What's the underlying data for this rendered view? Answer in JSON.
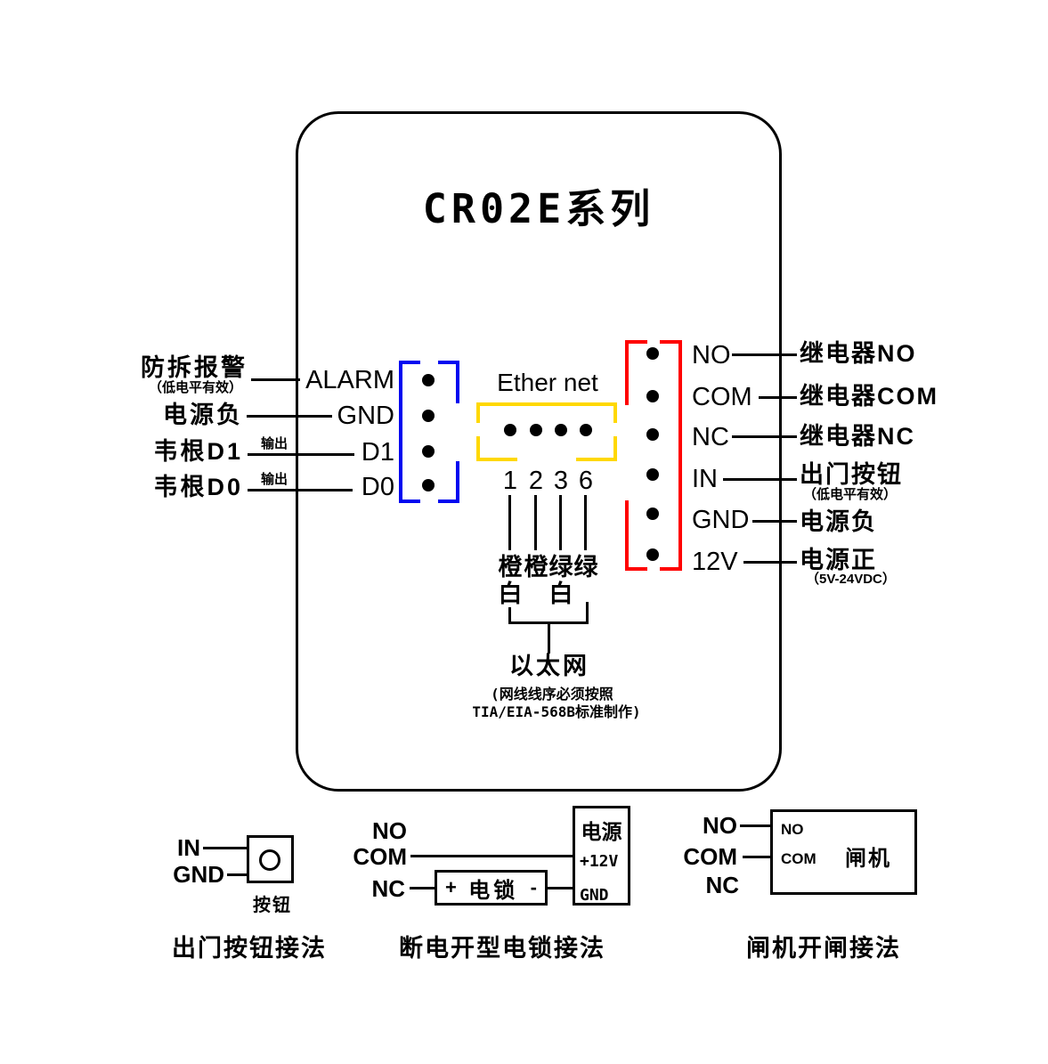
{
  "title": "CR02E系列",
  "left_io": {
    "rows": [
      {
        "label": "防拆报警",
        "sub": "（低电平有效）",
        "tag": "",
        "pin": "ALARM"
      },
      {
        "label": "电源负",
        "sub": "",
        "tag": "",
        "pin": "GND"
      },
      {
        "label": "韦根D1",
        "sub": "",
        "tag": "输出",
        "pin": "D1"
      },
      {
        "label": "韦根D0",
        "sub": "",
        "tag": "输出",
        "pin": "D0"
      }
    ]
  },
  "ethernet": {
    "title": "Ether net",
    "pin_numbers": [
      "1",
      "2",
      "3",
      "6"
    ],
    "wire_colors": [
      "橙",
      "橙",
      "绿",
      "绿"
    ],
    "wire_color_subs": [
      "白",
      "",
      "白",
      ""
    ],
    "bus_label": "以太网",
    "note_line1": "(网线线序必须按照",
    "note_line2": "TIA/EIA-568B标准制作)"
  },
  "right_io": {
    "rows": [
      {
        "pin": "NO",
        "label": "继电器NO",
        "sub": ""
      },
      {
        "pin": "COM",
        "label": "继电器COM",
        "sub": ""
      },
      {
        "pin": "NC",
        "label": "继电器NC",
        "sub": ""
      },
      {
        "pin": "IN",
        "label": "出门按钮",
        "sub": "（低电平有效）"
      },
      {
        "pin": "GND",
        "label": "电源负",
        "sub": ""
      },
      {
        "pin": "12V",
        "label": "电源正",
        "sub": "（5V-24VDC）"
      }
    ]
  },
  "button_diagram": {
    "in_label": "IN",
    "gnd_label": "GND",
    "box_label": "按钮",
    "caption": "出门按钮接法"
  },
  "lock_diagram": {
    "no_label": "NO",
    "com_label": "COM",
    "nc_label": "NC",
    "plus": "+",
    "lock_label": "电锁",
    "minus": "-",
    "psu_label": "电源",
    "psu_12v": "+12V",
    "psu_gnd": "GND",
    "caption": "断电开型电锁接法"
  },
  "gate_diagram": {
    "no_label": "NO",
    "com_label": "COM",
    "nc_label": "NC",
    "box_no": "NO",
    "box_com": "COM",
    "box_label": "闸机",
    "caption": "闸机开闸接法"
  },
  "colors": {
    "connector_blue": "#0008f0",
    "connector_yellow": "#ffd800",
    "connector_red": "#ff0000",
    "line": "#000000"
  }
}
